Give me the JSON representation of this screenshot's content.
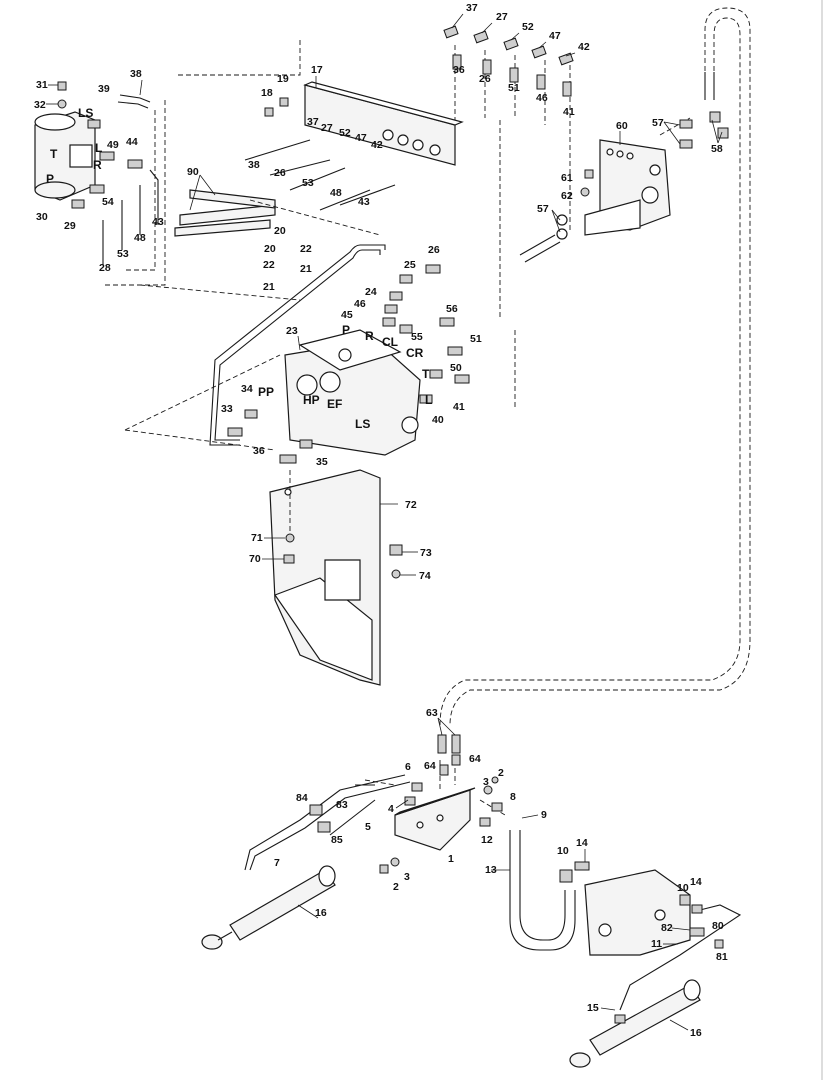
{
  "callouts": {
    "c37a": "37",
    "c27a": "27",
    "c52a": "52",
    "c47a": "47",
    "c42a": "42",
    "c36a": "36",
    "c26a": "26",
    "c51a": "51",
    "c46a": "46",
    "c41a": "41",
    "c17": "17",
    "c19": "19",
    "c18": "18",
    "c38a": "38",
    "c31": "31",
    "c32": "32",
    "c39": "39",
    "c49": "49",
    "c44": "44",
    "c30": "30",
    "c29": "29",
    "c54": "54",
    "c28": "28",
    "c53a": "53",
    "c48a": "48",
    "c43a": "43",
    "c37b": "37",
    "c27b": "27",
    "c52b": "52",
    "c47b": "47",
    "c42b": "42",
    "c38b": "38",
    "c26b": "26",
    "c53b": "53",
    "c48b": "48",
    "c43b": "43",
    "c90": "90",
    "c20a": "20",
    "c20b": "20",
    "c22a": "22",
    "c22b": "22",
    "c21a": "21",
    "c21b": "21",
    "c60": "60",
    "c57a": "57",
    "c58": "58",
    "c61": "61",
    "c62": "62",
    "c57b": "57",
    "c26c": "26",
    "c25": "25",
    "c24": "24",
    "c46b": "46",
    "c45": "45",
    "c56": "56",
    "c55": "55",
    "c51b": "51",
    "c23": "23",
    "c34": "34",
    "c33": "33",
    "c50": "50",
    "c41b": "41",
    "c40": "40",
    "c36b": "36",
    "c35": "35",
    "c72": "72",
    "c71": "71",
    "c70": "70",
    "c73": "73",
    "c74": "74",
    "c63": "63",
    "c64a": "64",
    "c64b": "64",
    "c6": "6",
    "c4": "4",
    "c3a": "3",
    "c2a": "2",
    "c8": "8",
    "c9": "9",
    "c12": "12",
    "c1": "1",
    "c2b": "2",
    "c3b": "3",
    "c13": "13",
    "c84": "84",
    "c83": "83",
    "c85": "85",
    "c5": "5",
    "c7": "7",
    "c16a": "16",
    "c14a": "14",
    "c10a": "10",
    "c10b": "10",
    "c14b": "14",
    "c82": "82",
    "c80": "80",
    "c11": "11",
    "c81": "81",
    "c15": "15",
    "c16b": "16"
  },
  "ports": {
    "ls_a": "LS",
    "t_a": "T",
    "l_a": "L",
    "r_a": "R",
    "p_a": "P",
    "p_b": "P",
    "r_b": "R",
    "cl": "CL",
    "cr": "CR",
    "t_b": "T",
    "l_b": "L",
    "pp": "PP",
    "hp": "HP",
    "ef": "EF",
    "ls_b": "LS"
  }
}
